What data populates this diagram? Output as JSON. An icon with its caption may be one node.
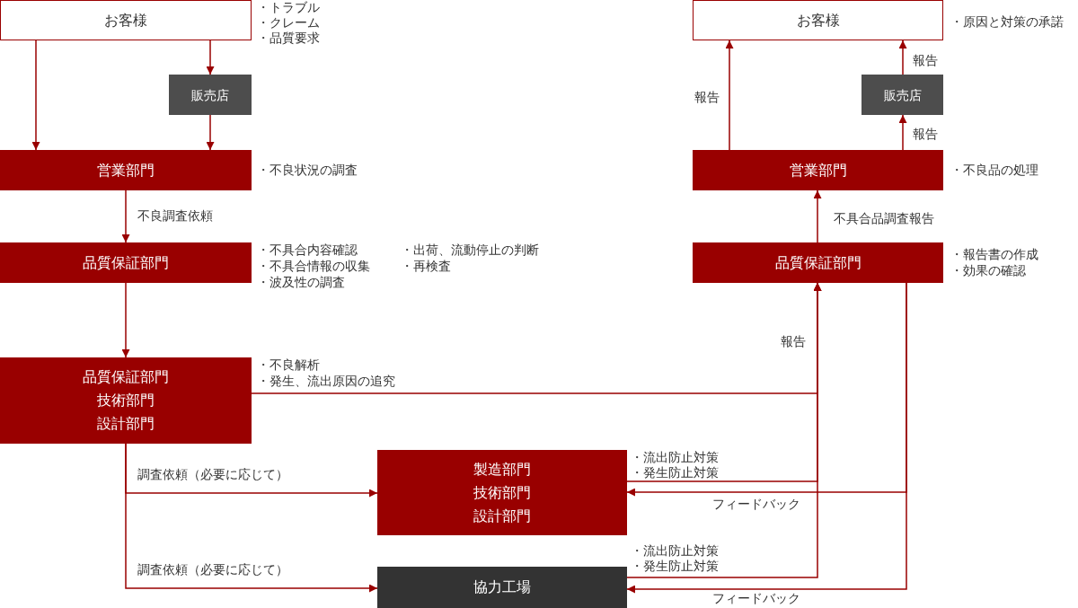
{
  "diagram": {
    "nodes": [
      {
        "text": [
          "お客様"
        ],
        "beside": [
          "・トラブル",
          "・クレーム",
          "・品質要求"
        ]
      },
      {
        "text": [
          "販売店"
        ]
      },
      {
        "text": [
          "営業部門"
        ],
        "beside": [
          "・不良状況の調査"
        ]
      },
      {
        "text": [
          "品質保証部門"
        ],
        "beside": [
          "・不具合内容確認",
          "・不具合情報の収集",
          "・波及性の調査",
          "・出荷、流動停止の判断",
          "・再検査"
        ]
      },
      {
        "text": [
          "品質保証部門",
          "技術部門",
          "設計部門"
        ],
        "beside": [
          "・不良解析",
          "・発生、流出原因の追究"
        ]
      },
      {
        "text": [
          "製造部門",
          "技術部門",
          "設計部門"
        ],
        "beside": [
          "・流出防止対策",
          "・発生防止対策"
        ]
      },
      {
        "text": [
          "協力工場"
        ],
        "beside": [
          "・流出防止対策",
          "・発生防止対策"
        ]
      },
      {
        "text": [
          "お客様"
        ],
        "beside": [
          "・原因と対策の承諾"
        ]
      },
      {
        "text": [
          "販売店"
        ]
      },
      {
        "text": [
          "営業部門"
        ],
        "beside": [
          "・不良品の処理"
        ]
      },
      {
        "text": [
          "品質保証部門"
        ],
        "beside": [
          "・報告書の作成",
          "・効果の確認"
        ]
      }
    ],
    "edges": [
      {
        "from": 0,
        "to": 2,
        "arrow": "to"
      },
      {
        "from": 0,
        "to": 1,
        "arrow": "to"
      },
      {
        "from": 1,
        "to": 2,
        "arrow": "to"
      },
      {
        "from": 2,
        "to": 3,
        "arrow": "to",
        "label": "不良調査依頼"
      },
      {
        "from": 3,
        "to": 4,
        "arrow": "to"
      },
      {
        "from": 4,
        "to": 5,
        "arrow": "to",
        "label": "調査依頼（必要に応じて）"
      },
      {
        "from": 4,
        "to": 6,
        "arrow": "to",
        "label": "調査依頼（必要に応じて）"
      },
      {
        "from": 4,
        "to": 10,
        "arrow": "to",
        "label": "報告"
      },
      {
        "from": 5,
        "to": 10,
        "arrow": "to"
      },
      {
        "from": 6,
        "to": 10,
        "arrow": "to"
      },
      {
        "from": 10,
        "to": 5,
        "arrow": "to",
        "label": "フィードバック"
      },
      {
        "from": 10,
        "to": 6,
        "arrow": "to",
        "label": "フィードバック"
      },
      {
        "from": 10,
        "to": 9,
        "arrow": "to",
        "label": "不具合品調査報告"
      },
      {
        "from": 9,
        "to": 7,
        "arrow": "to",
        "label": "報告"
      },
      {
        "from": 9,
        "to": 8,
        "arrow": "to",
        "label": "報告"
      },
      {
        "from": 8,
        "to": 7,
        "arrow": "to",
        "label": "報告"
      }
    ]
  }
}
